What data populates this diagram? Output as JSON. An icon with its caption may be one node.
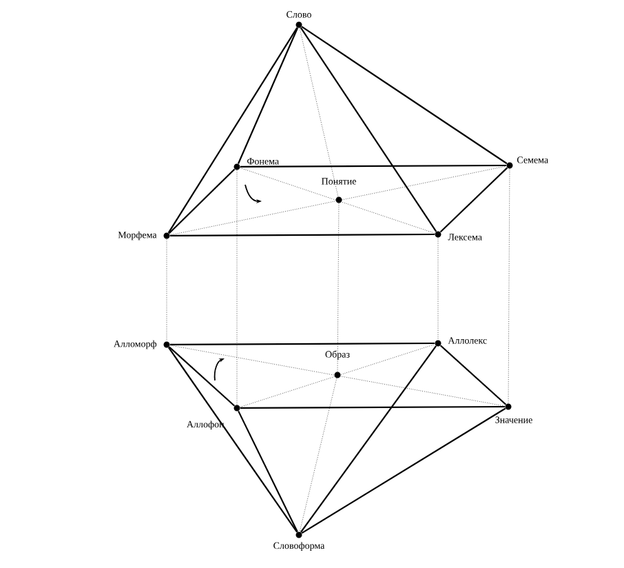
{
  "diagram": {
    "nodes": [
      {
        "text": [
          "Слово"
        ]
      },
      {
        "text": [
          "Фонема"
        ]
      },
      {
        "text": [
          "Семема"
        ]
      },
      {
        "text": [
          "Понятие"
        ]
      },
      {
        "text": [
          "Морфема"
        ]
      },
      {
        "text": [
          "Лексема"
        ]
      },
      {
        "text": [
          "Алломорф"
        ]
      },
      {
        "text": [
          "Аллолекс"
        ]
      },
      {
        "text": [
          "Образ"
        ]
      },
      {
        "text": [
          "Аллофон"
        ]
      },
      {
        "text": [
          "Значение"
        ]
      },
      {
        "text": [
          "Словоформа"
        ]
      }
    ],
    "edges": [
      {
        "from": 0,
        "to": 4,
        "arrow": "none"
      },
      {
        "from": 0,
        "to": 1,
        "arrow": "none"
      },
      {
        "from": 0,
        "to": 5,
        "arrow": "none"
      },
      {
        "from": 0,
        "to": 2,
        "arrow": "none"
      },
      {
        "from": 0,
        "to": 3,
        "arrow": "none",
        "style": "dashed"
      },
      {
        "from": 1,
        "to": 2,
        "arrow": "none"
      },
      {
        "from": 4,
        "to": 5,
        "arrow": "none"
      },
      {
        "from": 4,
        "to": 1,
        "arrow": "none"
      },
      {
        "from": 2,
        "to": 5,
        "arrow": "none"
      },
      {
        "from": 1,
        "to": 5,
        "arrow": "none",
        "style": "dashed"
      },
      {
        "from": 4,
        "to": 2,
        "arrow": "none",
        "style": "dashed"
      },
      {
        "from": 4,
        "to": 6,
        "arrow": "none",
        "style": "dashed"
      },
      {
        "from": 1,
        "to": 9,
        "arrow": "none",
        "style": "dashed"
      },
      {
        "from": 3,
        "to": 8,
        "arrow": "none",
        "style": "dashed"
      },
      {
        "from": 5,
        "to": 7,
        "arrow": "none",
        "style": "dashed"
      },
      {
        "from": 2,
        "to": 10,
        "arrow": "none",
        "style": "dashed"
      },
      {
        "from": 6,
        "to": 7,
        "arrow": "none"
      },
      {
        "from": 9,
        "to": 10,
        "arrow": "none"
      },
      {
        "from": 6,
        "to": 9,
        "arrow": "none"
      },
      {
        "from": 7,
        "to": 10,
        "arrow": "none"
      },
      {
        "from": 6,
        "to": 10,
        "arrow": "none",
        "style": "dashed"
      },
      {
        "from": 9,
        "to": 7,
        "arrow": "none",
        "style": "dashed"
      },
      {
        "from": 8,
        "to": 11,
        "arrow": "none",
        "style": "dashed"
      },
      {
        "from": 6,
        "to": 11,
        "arrow": "none"
      },
      {
        "from": 9,
        "to": 11,
        "arrow": "none"
      },
      {
        "from": 7,
        "to": 11,
        "arrow": "none"
      },
      {
        "from": 10,
        "to": 11,
        "arrow": "none"
      }
    ]
  }
}
